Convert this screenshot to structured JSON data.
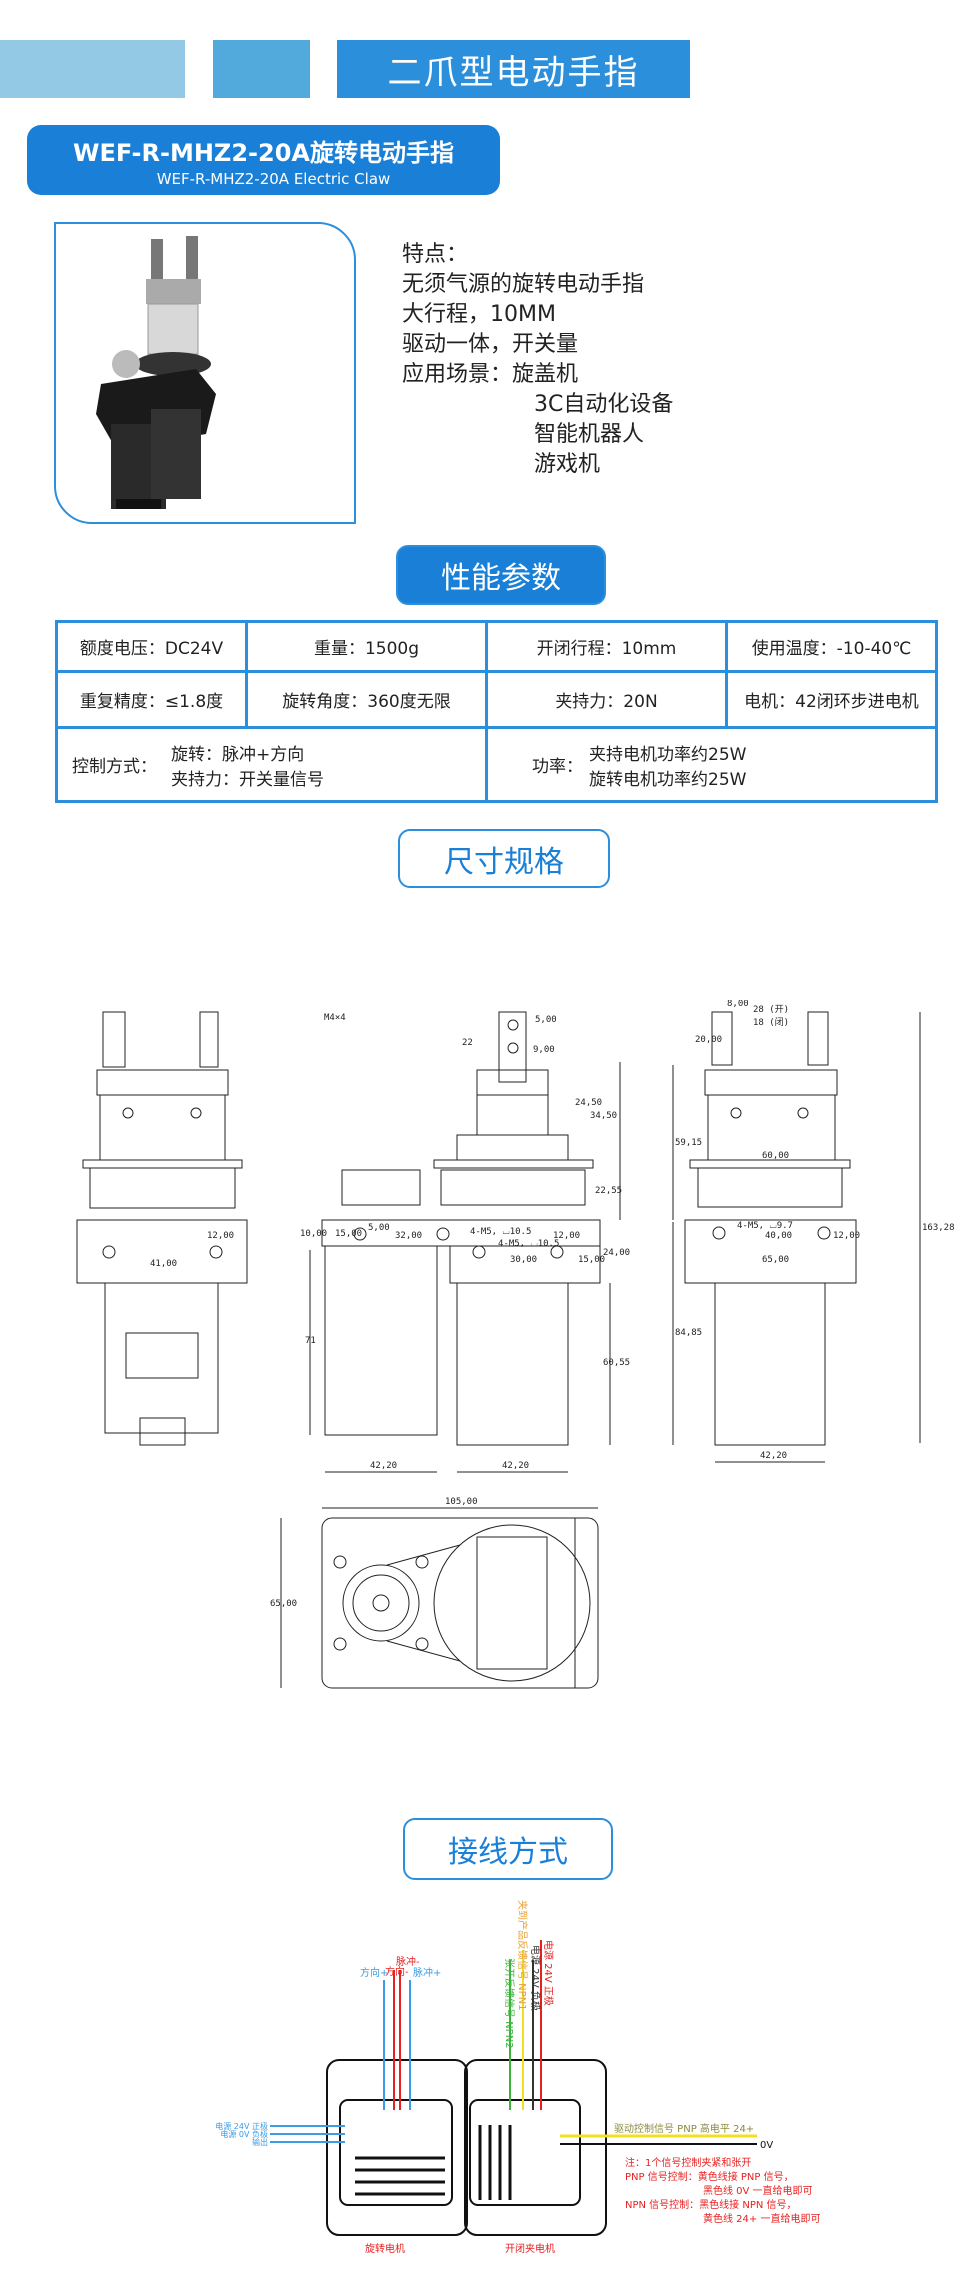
{
  "banner": {
    "title": "二爪型电动手指"
  },
  "product": {
    "title_cn": "WEF-R-MHZ2-20A旋转电动手指",
    "title_en": "WEF-R-MHZ2-20A Electric Claw"
  },
  "features": {
    "heading": "特点：",
    "lines": [
      "无须气源的旋转电动手指",
      "大行程，10MM",
      "驱动一体，开关量"
    ],
    "apps_label": "应用场景：",
    "apps": [
      "旋盖机",
      "3C自动化设备",
      "智能机器人",
      "游戏机"
    ]
  },
  "sections": {
    "performance": "性能参数",
    "dimensions": "尺寸规格",
    "wiring": "接线方式"
  },
  "spec": {
    "row1": [
      "额度电压：DC24V",
      "重量：1500g",
      "开闭行程：10mm",
      "使用温度：-10-40℃"
    ],
    "row2": [
      "重复精度：≤1.8度",
      "旋转角度：360度无限",
      "夹持力：20N",
      "电机：42闭环步进电机"
    ],
    "control_label": "控制方式：",
    "control_lines": [
      "旋转：脉冲+方向",
      "夹持力：开关量信号"
    ],
    "power_label": "功率：",
    "power_lines": [
      "夹持电机功率约25W",
      "旋转电机功率约25W"
    ]
  },
  "drawing": {
    "left": {
      "d41": "41,00",
      "d12": "12,00"
    },
    "middle": {
      "m4": "M4×4",
      "d5": "5,00",
      "d9": "9,00",
      "d22": "22",
      "d2450": "24,50",
      "d3450": "34,50",
      "d2255": "22,55",
      "d10": "10,00",
      "d15a": "15,00",
      "d5b": "5,00",
      "d32": "32,00",
      "m5a": "4-M5, ⌴10.5",
      "m5b": "4-M5, ⌴10.5",
      "d12": "12,00",
      "d30": "30,00",
      "d15b": "15,00",
      "d24": "24,00",
      "d71": "71",
      "d6055": "60,55",
      "w1": "42,20",
      "w2": "42,20"
    },
    "right": {
      "d8": "8,00",
      "open": "28 (开)",
      "close": "18 (闭)",
      "d20": "20,00",
      "d5915": "59,15",
      "d60": "60,00",
      "m5": "4-M5, ⌴9.7",
      "d40": "40,00",
      "d12": "12,00",
      "d65": "65,00",
      "d8485": "84,85",
      "d16328": "163,28",
      "w": "42,20"
    },
    "bottom": {
      "d105": "105,00",
      "d65": "65,00"
    }
  },
  "wiring": {
    "rot_top": [
      "方向-",
      "脉冲-",
      "方向+",
      "脉冲+"
    ],
    "clamp_top": [
      {
        "t": "张开反馈信号 NPN2",
        "c": "#3cb43c"
      },
      {
        "t": "夹到产品反馈信号 NPN1",
        "c": "#e8a030"
      },
      {
        "t": "电源 24V 负极",
        "c": "#333333"
      },
      {
        "t": "电源 24V 正极",
        "c": "#e82020"
      }
    ],
    "left_labels": [
      "电源 24V 正极",
      "电源 0V 负极",
      "输出"
    ],
    "drive_signal": "驱动控制信号 PNP 高电平 24+",
    "zero_v": "0V",
    "notes": [
      "注：1个信号控制夹紧和张开",
      "PNP 信号控制：黄色线接 PNP 信号，",
      "黑色线 0V 一直给电即可",
      "NPN 信号控制：黑色线接 NPN 信号，",
      "黄色线 24+ 一直给电即可"
    ],
    "rot_motor": "旋转电机",
    "clamp_motor": "开闭夹电机"
  },
  "colors": {
    "accent": "#2c8fdb",
    "dark_accent": "#1a7fd6",
    "wire_blue": "#3a9be6",
    "wire_red": "#e82020",
    "note_red": "#e82020",
    "yellow": "#f0e020"
  }
}
